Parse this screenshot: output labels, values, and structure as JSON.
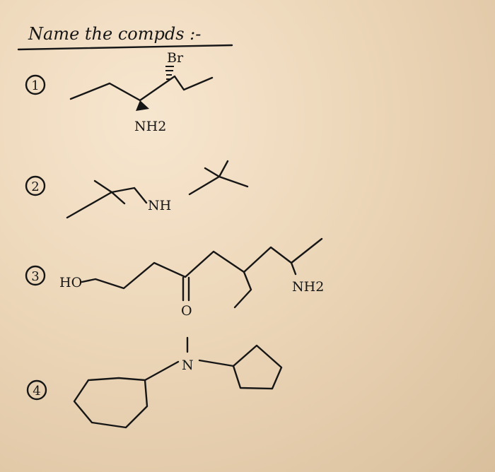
{
  "header": {
    "title": "Name the compds :-"
  },
  "compounds": [
    {
      "number": "1",
      "labels": {
        "br": "Br",
        "nh2": "NH2"
      }
    },
    {
      "number": "2",
      "labels": {
        "nh": "NH"
      }
    },
    {
      "number": "3",
      "labels": {
        "ho": "HO",
        "o": "O",
        "nh2": "NH2"
      }
    },
    {
      "number": "4",
      "labels": {
        "n": "N"
      }
    }
  ],
  "colors": {
    "ink": "#161616",
    "paper": "#ecd6b8"
  }
}
